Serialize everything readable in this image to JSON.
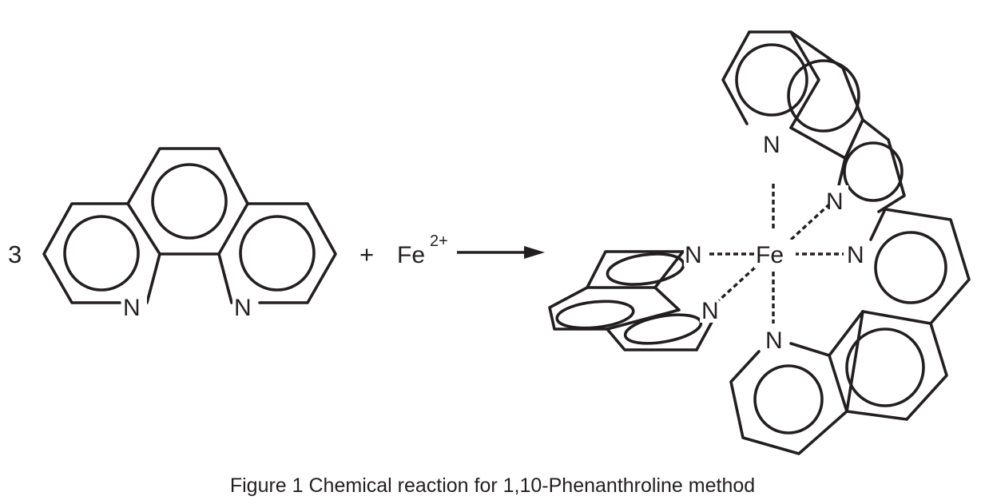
{
  "reaction": {
    "coefficient": "3",
    "plus": "+",
    "metal_ion": "Fe",
    "metal_charge": "2+",
    "ligand_nitrogen": "N",
    "center_metal": "Fe"
  },
  "caption": "Figure 1  Chemical reaction for 1,10-Phenanthroline method"
}
